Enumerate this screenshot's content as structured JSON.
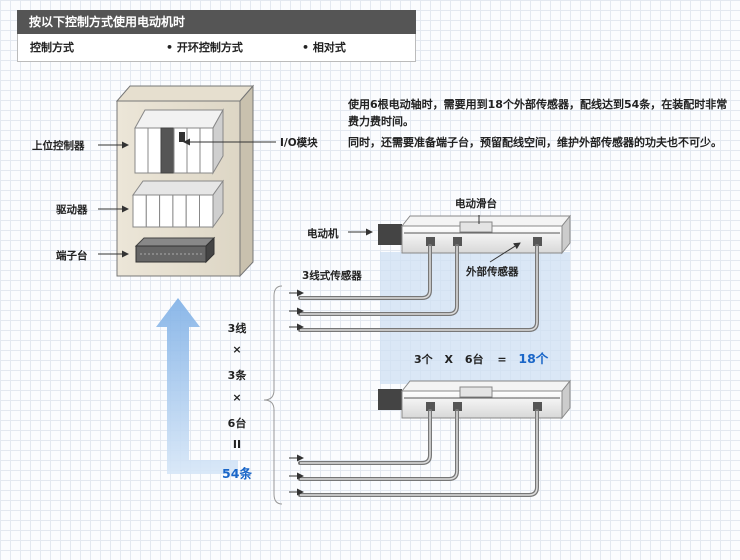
{
  "header": {
    "title": "按以下控制方式使用电动机时"
  },
  "control_row": {
    "label": "控制方式",
    "option1": "• 开环控制方式",
    "option2": "• 相对式"
  },
  "cabinet_labels": {
    "controller": "上位控制器",
    "driver": "驱动器",
    "terminal": "端子台",
    "io": "I/O模块"
  },
  "description": {
    "p1": "使用6根电动轴时，需要用到18个外部传感器，配线达到54条，在装配时非常费力费时间。",
    "p2": "同时，还需要准备端子台，预留配线空间，维护外部传感器的功夫也不可少。"
  },
  "slide_labels": {
    "slide": "电动滑台",
    "motor": "电动机",
    "ext_sensor": "外部传感器",
    "sensor3": "3线式传感器"
  },
  "multiplication": {
    "part1": "3个",
    "x": "X",
    "part2": "6台",
    "eq": "=",
    "result": "18个"
  },
  "vertical_calc": {
    "a": "3线",
    "x1": "×",
    "b": "3条",
    "x2": "×",
    "c": "6台",
    "eq": "II",
    "result": "54条"
  },
  "colors": {
    "accent_blue": "#1a66c8",
    "header_bg": "#555555",
    "arrow_blue": "#a9c7ea"
  }
}
